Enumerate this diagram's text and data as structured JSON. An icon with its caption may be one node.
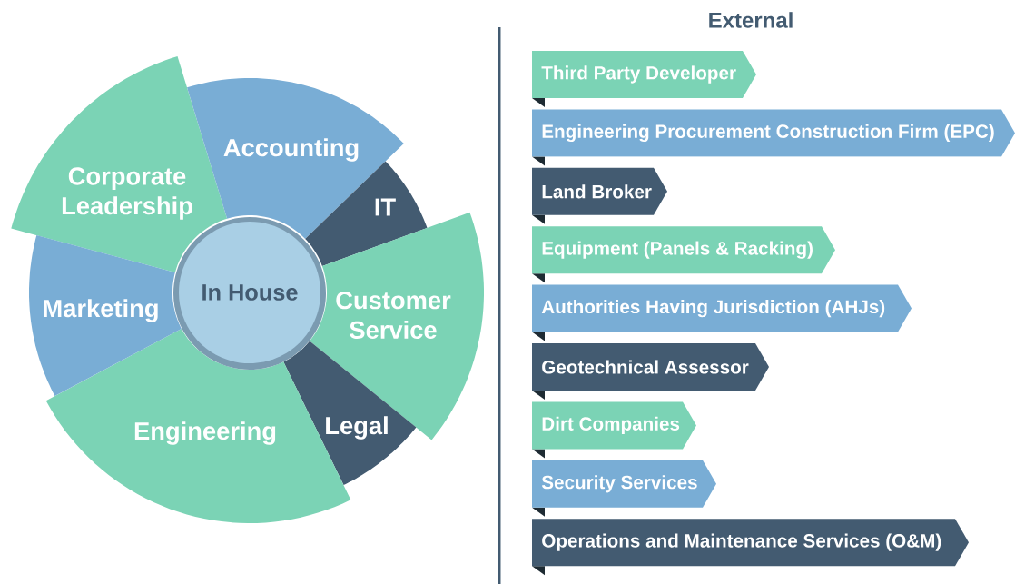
{
  "diagram": {
    "title": "External",
    "nodes": [
      {
        "text": [
          "In House"
        ]
      },
      {
        "text": [
          "Corporate Leadership"
        ]
      },
      {
        "text": [
          "Accounting"
        ]
      },
      {
        "text": [
          "IT"
        ]
      },
      {
        "text": [
          "Customer Service"
        ]
      },
      {
        "text": [
          "Legal"
        ]
      },
      {
        "text": [
          "Engineering"
        ]
      },
      {
        "text": [
          "Marketing"
        ]
      },
      {
        "text": [
          "Third Party Developer"
        ]
      },
      {
        "text": [
          "Engineering Procurement Construction Firm (EPC)"
        ]
      },
      {
        "text": [
          "Land Broker"
        ]
      },
      {
        "text": [
          "Equipment (Panels & Racking)"
        ]
      },
      {
        "text": [
          "Authorities Having Jurisdiction (AHJs)"
        ]
      },
      {
        "text": [
          "Geotechnical Assessor"
        ]
      },
      {
        "text": [
          "Dirt Companies"
        ]
      },
      {
        "text": [
          "Security Services"
        ]
      },
      {
        "text": [
          "Operations and Maintenance Services (O&M)"
        ]
      }
    ]
  }
}
